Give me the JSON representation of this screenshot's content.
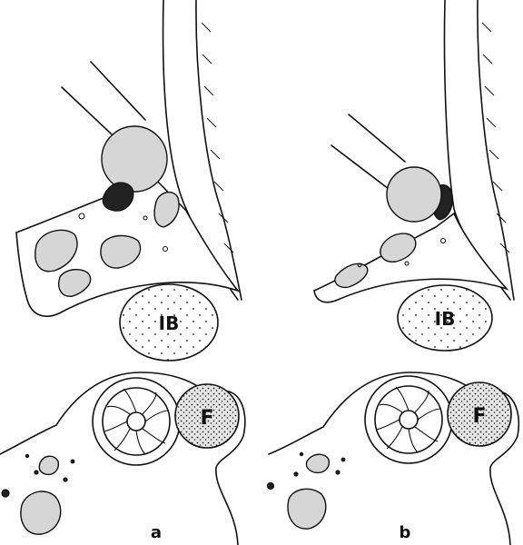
{
  "panels": [
    {
      "id": "a",
      "label": "a",
      "inner_bone_label": "IB",
      "follicle_label": "F"
    },
    {
      "id": "b",
      "label": "b",
      "inner_bone_label": "IB",
      "follicle_label": "F"
    }
  ],
  "colors": {
    "ink": "#111111",
    "stipple_fill": "#d6d6d6",
    "background": "#ffffff"
  }
}
